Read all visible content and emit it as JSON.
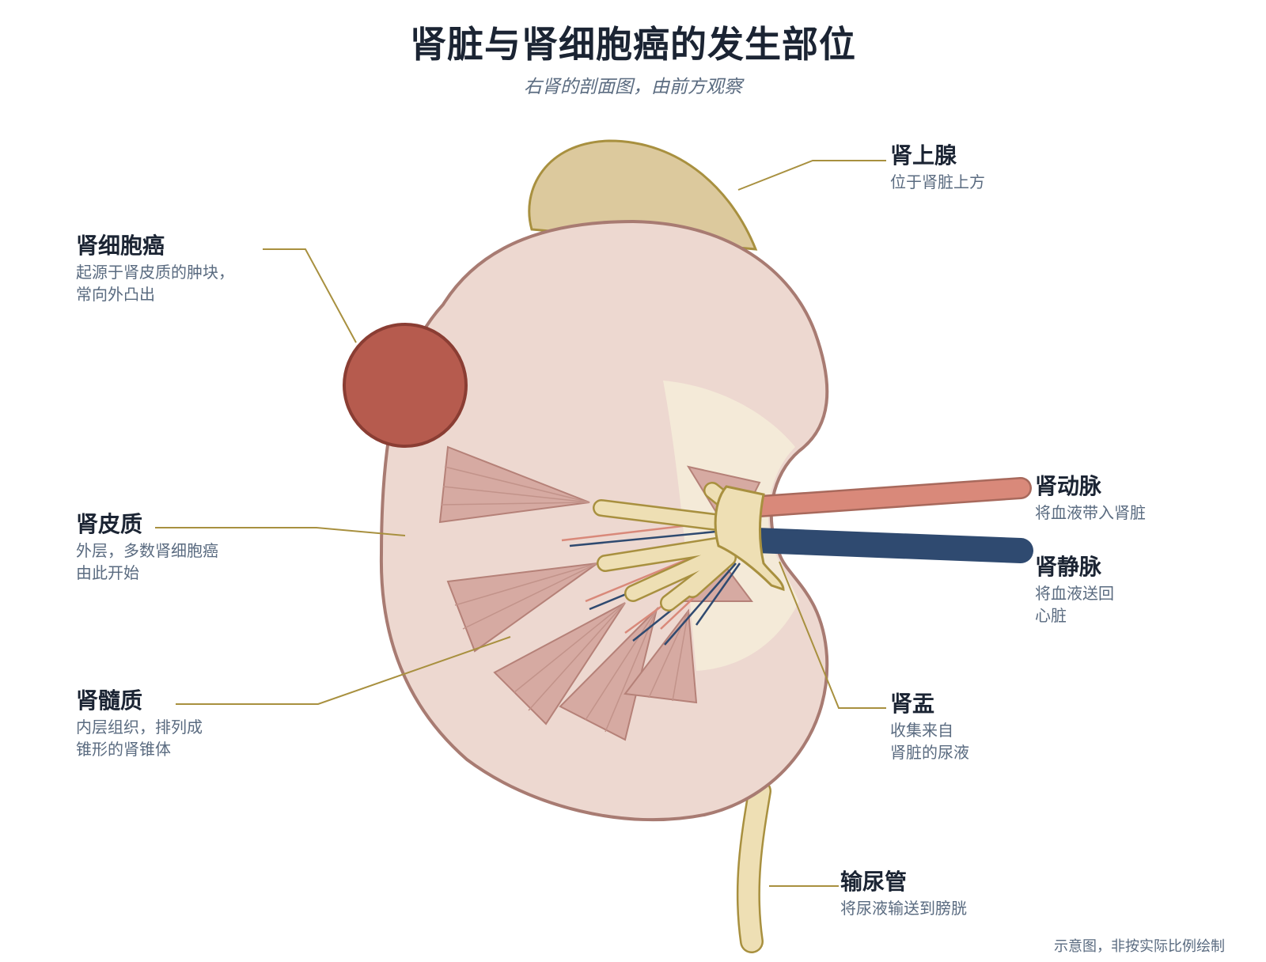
{
  "title": "肾脏与肾细胞癌的发生部位",
  "subtitle": "右肾的剖面图，由前方观察",
  "labels": {
    "adrenal": {
      "name": "肾上腺",
      "desc": [
        "位于肾脏上方"
      ]
    },
    "rcc": {
      "name": "肾细胞癌",
      "desc": [
        "起源于肾皮质的肿块，",
        "常向外凸出"
      ]
    },
    "cortex": {
      "name": "肾皮质",
      "desc": [
        "外层，多数肾细胞癌",
        "由此开始"
      ]
    },
    "medulla": {
      "name": "肾髓质",
      "desc": [
        "内层组织，排列成",
        "锥形的肾锥体"
      ]
    },
    "artery": {
      "name": "肾动脉",
      "desc": [
        "将血液带入肾脏"
      ]
    },
    "vein": {
      "name": "肾静脉",
      "desc": [
        "将血液送回",
        "心脏"
      ]
    },
    "pelvis": {
      "name": "肾盂",
      "desc": [
        "收集来自",
        "肾脏的尿液"
      ]
    },
    "ureter": {
      "name": "输尿管",
      "desc": [
        "将尿液输送到膀胱"
      ]
    }
  },
  "note": "示意图，非按实际比例绘制",
  "colors": {
    "kidney_fill": "#edd8d0",
    "kidney_stroke": "#a87b72",
    "pyramid_fill": "#d6aaa2",
    "sinus_fill": "#f4ead8",
    "adrenal_fill": "#dcc99d",
    "tumor_fill": "#b65b4e",
    "artery": "#d9897a",
    "vein": "#2f4a70",
    "pelvis_fill": "#eedfb4",
    "leader": "#a8903f"
  }
}
